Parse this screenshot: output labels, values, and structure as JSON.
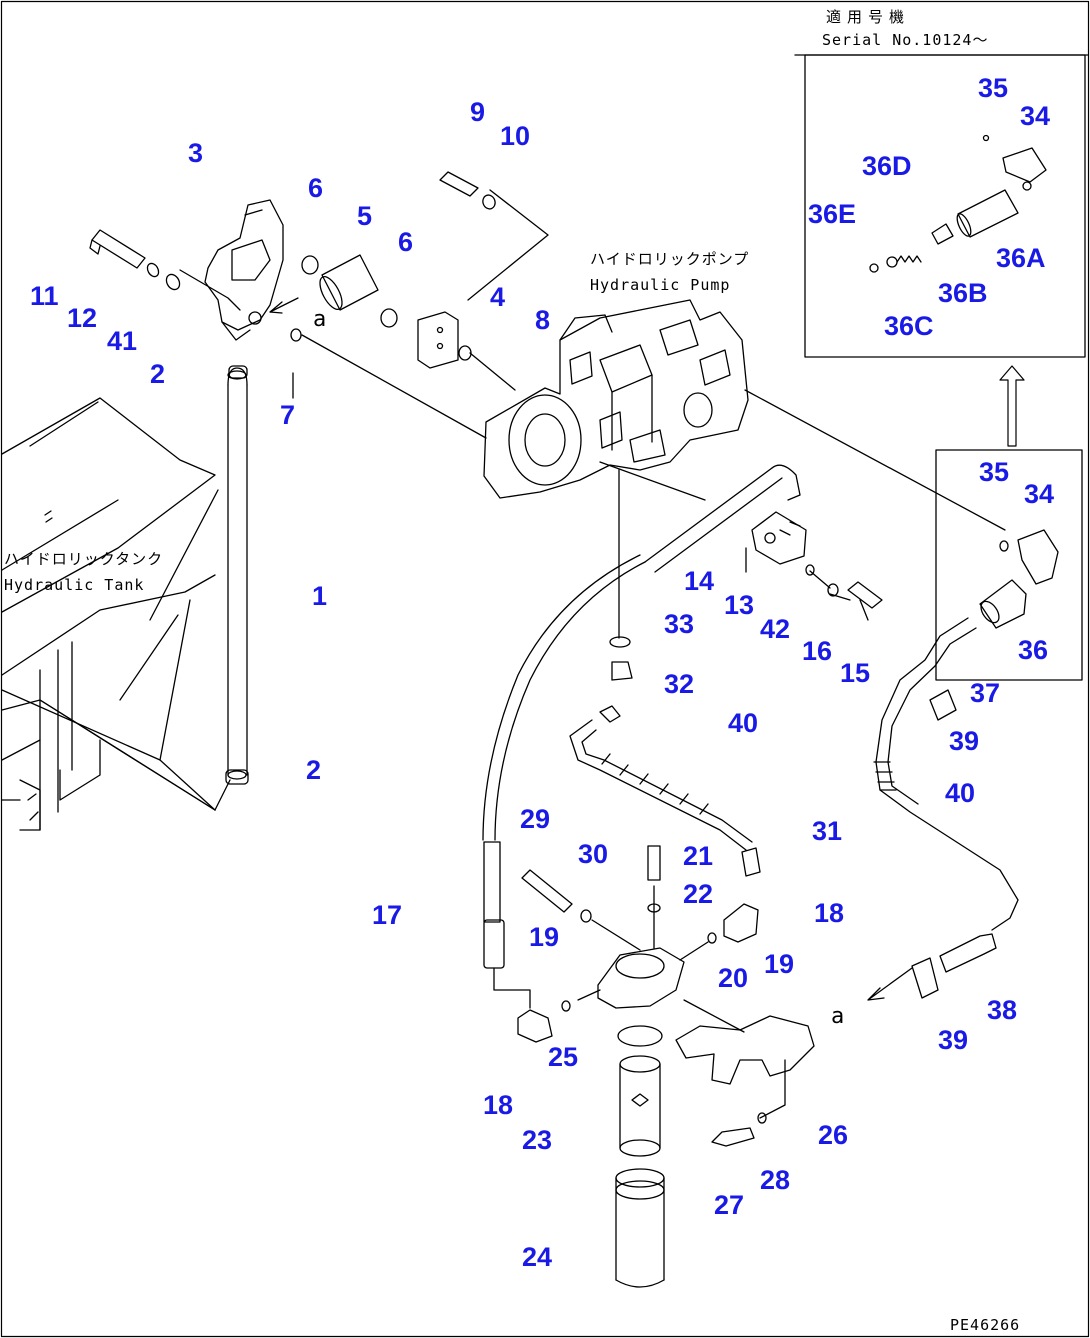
{
  "inset": {
    "title_jp": "適用号機",
    "serial": "Serial No.10124～"
  },
  "labels": {
    "pump_jp": "ハイドロリックポンプ",
    "pump_en": "Hydraulic Pump",
    "tank_jp": "ハイドロリックタンク",
    "tank_en": "Hydraulic Tank",
    "ref_a": "a",
    "drawing_no": "PE46266"
  },
  "colors": {
    "callout": "#1a1ae6",
    "line": "#000000"
  },
  "parts": [
    {
      "id": "p1",
      "text": "1"
    },
    {
      "id": "p2a",
      "text": "2"
    },
    {
      "id": "p2b",
      "text": "2"
    },
    {
      "id": "p3",
      "text": "3"
    },
    {
      "id": "p4",
      "text": "4"
    },
    {
      "id": "p5",
      "text": "5"
    },
    {
      "id": "p6a",
      "text": "6"
    },
    {
      "id": "p6b",
      "text": "6"
    },
    {
      "id": "p7",
      "text": "7"
    },
    {
      "id": "p8",
      "text": "8"
    },
    {
      "id": "p9",
      "text": "9"
    },
    {
      "id": "p10",
      "text": "10"
    },
    {
      "id": "p11",
      "text": "11"
    },
    {
      "id": "p12",
      "text": "12"
    },
    {
      "id": "p13",
      "text": "13"
    },
    {
      "id": "p14",
      "text": "14"
    },
    {
      "id": "p15",
      "text": "15"
    },
    {
      "id": "p16",
      "text": "16"
    },
    {
      "id": "p17",
      "text": "17"
    },
    {
      "id": "p18a",
      "text": "18"
    },
    {
      "id": "p18b",
      "text": "18"
    },
    {
      "id": "p19a",
      "text": "19"
    },
    {
      "id": "p19b",
      "text": "19"
    },
    {
      "id": "p20",
      "text": "20"
    },
    {
      "id": "p21",
      "text": "21"
    },
    {
      "id": "p22",
      "text": "22"
    },
    {
      "id": "p23",
      "text": "23"
    },
    {
      "id": "p24",
      "text": "24"
    },
    {
      "id": "p25",
      "text": "25"
    },
    {
      "id": "p26",
      "text": "26"
    },
    {
      "id": "p27",
      "text": "27"
    },
    {
      "id": "p28",
      "text": "28"
    },
    {
      "id": "p29",
      "text": "29"
    },
    {
      "id": "p30",
      "text": "30"
    },
    {
      "id": "p31",
      "text": "31"
    },
    {
      "id": "p32",
      "text": "32"
    },
    {
      "id": "p33",
      "text": "33"
    },
    {
      "id": "p34a",
      "text": "34"
    },
    {
      "id": "p34b",
      "text": "34"
    },
    {
      "id": "p35a",
      "text": "35"
    },
    {
      "id": "p35b",
      "text": "35"
    },
    {
      "id": "p36",
      "text": "36"
    },
    {
      "id": "p36a",
      "text": "36A"
    },
    {
      "id": "p36b",
      "text": "36B"
    },
    {
      "id": "p36c",
      "text": "36C"
    },
    {
      "id": "p36d",
      "text": "36D"
    },
    {
      "id": "p36e",
      "text": "36E"
    },
    {
      "id": "p37",
      "text": "37"
    },
    {
      "id": "p38",
      "text": "38"
    },
    {
      "id": "p39a",
      "text": "39"
    },
    {
      "id": "p39b",
      "text": "39"
    },
    {
      "id": "p40a",
      "text": "40"
    },
    {
      "id": "p40b",
      "text": "40"
    },
    {
      "id": "p41",
      "text": "41"
    },
    {
      "id": "p42",
      "text": "42"
    }
  ]
}
